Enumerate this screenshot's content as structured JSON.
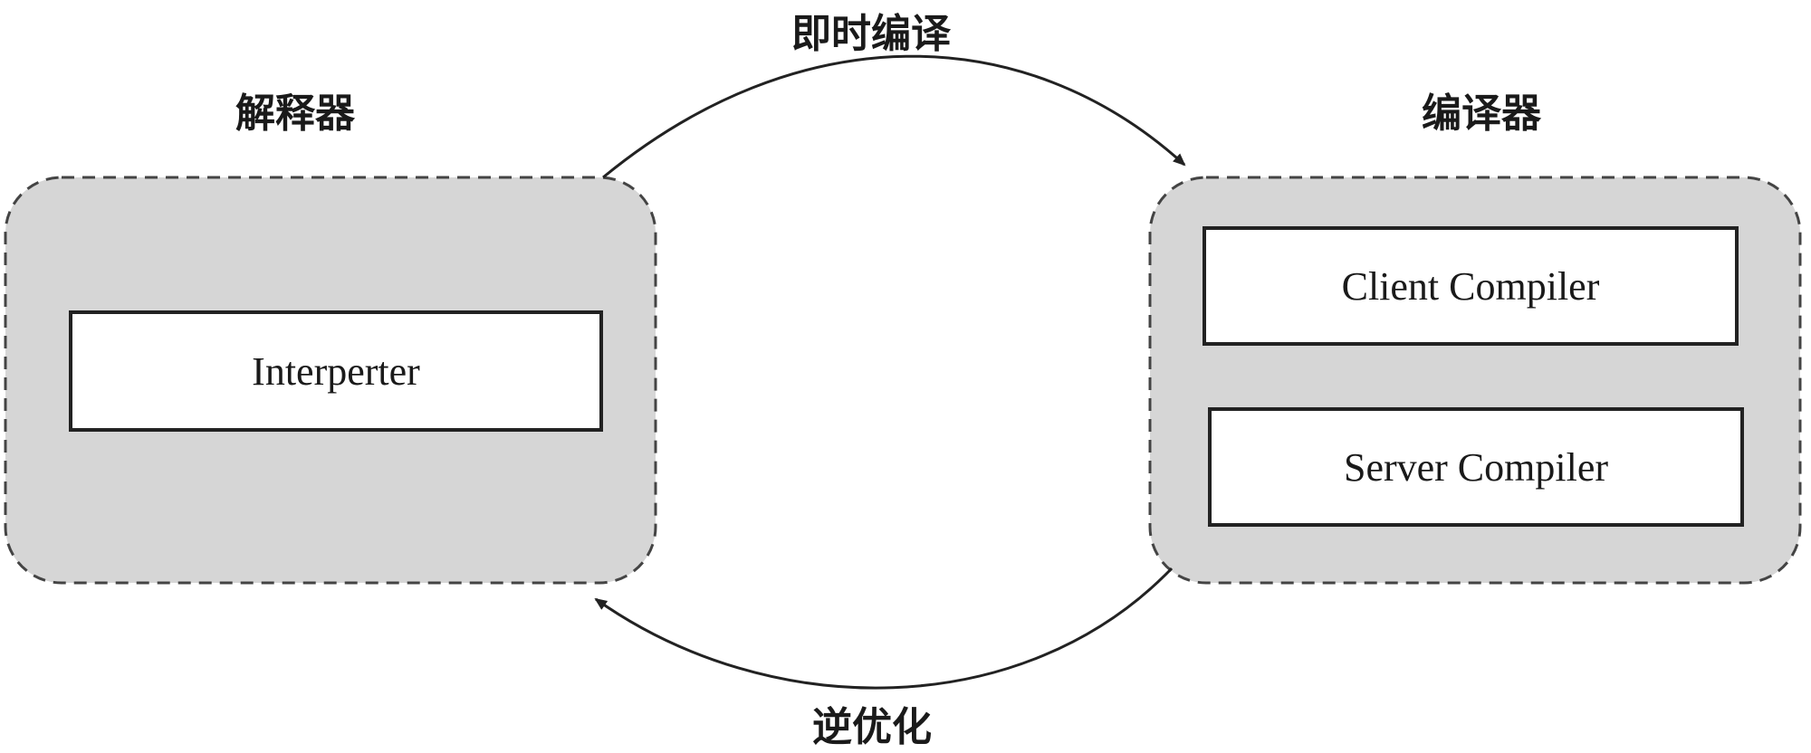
{
  "diagram": {
    "colors": {
      "group_fill": "#d6d6d6",
      "group_stroke": "#444444",
      "box_fill": "#ffffff",
      "box_stroke": "#222222",
      "arrow": "#222222"
    },
    "interpreter_group": {
      "title": "解释器",
      "components": [
        "Interperter"
      ]
    },
    "compiler_group": {
      "title": "编译器",
      "components": [
        "Client Compiler",
        "Server Compiler"
      ]
    },
    "edges": {
      "jit": "即时编译",
      "deopt": "逆优化"
    }
  }
}
